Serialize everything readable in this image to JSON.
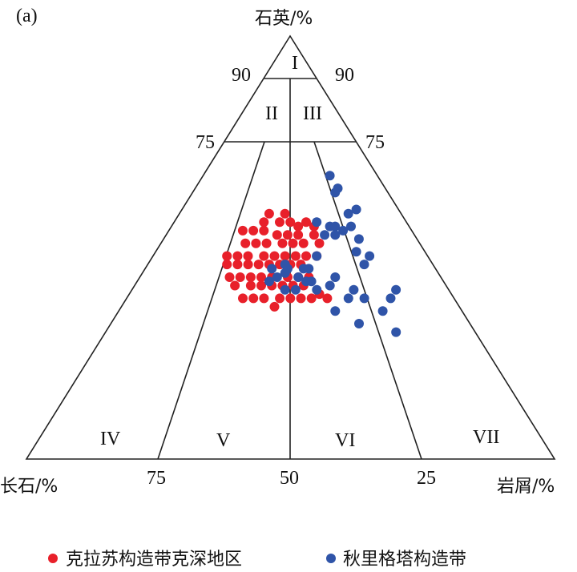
{
  "colors": {
    "red": "#e8202a",
    "blue": "#2f54a8",
    "line": "#222222"
  },
  "chart_data": {
    "type": "scatter",
    "subtype": "ternary",
    "panel_label": "(a)",
    "axes": {
      "top": "石英/%",
      "left": "长石/%",
      "right": "岩屑/%"
    },
    "tick_labels": {
      "left_90": "90",
      "right_90": "90",
      "left_75": "75",
      "right_75": "75",
      "bottom_75": "75",
      "bottom_50": "50",
      "bottom_25": "25"
    },
    "regions": [
      "I",
      "II",
      "III",
      "IV",
      "V",
      "VI",
      "VII"
    ],
    "point_format": [
      "Q",
      "F",
      "R"
    ],
    "series": [
      {
        "name": "克拉苏构造带克深地区",
        "color": "#e8202a",
        "points": [
          [
            58,
            25,
            17
          ],
          [
            58,
            22,
            20
          ],
          [
            56,
            27,
            17
          ],
          [
            56,
            24,
            20
          ],
          [
            56,
            19,
            25
          ],
          [
            56,
            22,
            22
          ],
          [
            55,
            21,
            24
          ],
          [
            55,
            18,
            27
          ],
          [
            54,
            32,
            14
          ],
          [
            54,
            30,
            16
          ],
          [
            54,
            28,
            18
          ],
          [
            53,
            26,
            21
          ],
          [
            53,
            24,
            23
          ],
          [
            53,
            22,
            25
          ],
          [
            53,
            19,
            28
          ],
          [
            51,
            33,
            16
          ],
          [
            51,
            31,
            18
          ],
          [
            51,
            29,
            20
          ],
          [
            51,
            26,
            23
          ],
          [
            51,
            24,
            25
          ],
          [
            51,
            22,
            27
          ],
          [
            51,
            19,
            30
          ],
          [
            48,
            38,
            14
          ],
          [
            48,
            36,
            16
          ],
          [
            48,
            34,
            18
          ],
          [
            48,
            31,
            21
          ],
          [
            48,
            29,
            23
          ],
          [
            48,
            27,
            25
          ],
          [
            48,
            25,
            27
          ],
          [
            48,
            23,
            29
          ],
          [
            48,
            21,
            31
          ],
          [
            46,
            39,
            15
          ],
          [
            46,
            37,
            17
          ],
          [
            46,
            35,
            19
          ],
          [
            46,
            33,
            21
          ],
          [
            46,
            31,
            23
          ],
          [
            46,
            29,
            25
          ],
          [
            46,
            27,
            27
          ],
          [
            46,
            25,
            29
          ],
          [
            43,
            40,
            17
          ],
          [
            43,
            38,
            19
          ],
          [
            43,
            36,
            21
          ],
          [
            43,
            34,
            23
          ],
          [
            43,
            32,
            25
          ],
          [
            43,
            29,
            28
          ],
          [
            43,
            27,
            30
          ],
          [
            43,
            25,
            32
          ],
          [
            41,
            40,
            19
          ],
          [
            41,
            37,
            22
          ],
          [
            41,
            35,
            24
          ],
          [
            41,
            33,
            26
          ],
          [
            41,
            31,
            28
          ],
          [
            41,
            29,
            30
          ],
          [
            41,
            27,
            32
          ],
          [
            39,
            25,
            36
          ],
          [
            38,
            40,
            22
          ],
          [
            38,
            38,
            24
          ],
          [
            38,
            36,
            26
          ],
          [
            38,
            33,
            29
          ],
          [
            38,
            31,
            31
          ],
          [
            38,
            29,
            33
          ],
          [
            38,
            27,
            35
          ],
          [
            38,
            24,
            38
          ],
          [
            36,
            35,
            29
          ]
        ]
      },
      {
        "name": "秋里格塔构造带",
        "color": "#2f54a8",
        "points": [
          [
            67,
            9,
            24
          ],
          [
            64,
            9,
            27
          ],
          [
            63,
            10,
            27
          ],
          [
            59,
            8,
            33
          ],
          [
            58,
            10,
            32
          ],
          [
            56,
            17,
            27
          ],
          [
            55,
            15,
            30
          ],
          [
            55,
            14,
            31
          ],
          [
            55,
            11,
            34
          ],
          [
            54,
            13,
            33
          ],
          [
            53,
            17,
            30
          ],
          [
            53,
            15,
            32
          ],
          [
            52,
            11,
            37
          ],
          [
            49,
            13,
            38
          ],
          [
            48,
            11,
            41
          ],
          [
            46,
            13,
            41
          ],
          [
            48,
            21,
            31
          ],
          [
            45,
            31,
            24
          ],
          [
            46,
            28,
            26
          ],
          [
            45,
            28,
            27
          ],
          [
            44,
            29,
            27
          ],
          [
            45,
            25,
            30
          ],
          [
            45,
            24,
            31
          ],
          [
            43,
            27,
            30
          ],
          [
            43,
            31,
            26
          ],
          [
            42,
            33,
            25
          ],
          [
            42,
            26,
            32
          ],
          [
            42,
            25,
            33
          ],
          [
            43,
            20,
            37
          ],
          [
            41,
            22,
            37
          ],
          [
            40,
            31,
            29
          ],
          [
            40,
            29,
            31
          ],
          [
            40,
            25,
            35
          ],
          [
            40,
            18,
            42
          ],
          [
            40,
            10,
            50
          ],
          [
            38,
            20,
            42
          ],
          [
            38,
            17,
            45
          ],
          [
            38,
            12,
            50
          ],
          [
            35,
            24,
            41
          ],
          [
            35,
            15,
            50
          ],
          [
            32,
            21,
            47
          ],
          [
            30,
            15,
            55
          ]
        ]
      }
    ]
  }
}
